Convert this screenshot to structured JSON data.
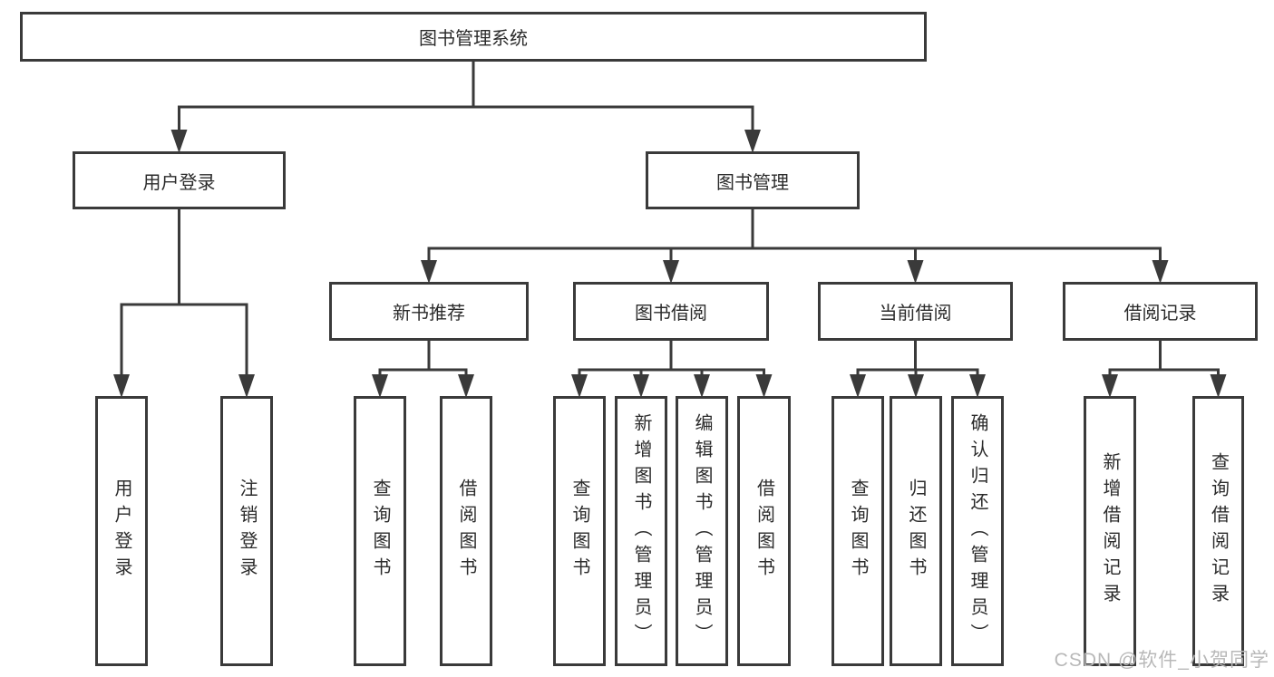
{
  "diagram_type": "functional-structure-tree",
  "colors": {
    "line": "#3a3a3a",
    "box_border": "#3a3a3a",
    "text": "#2b2b2b",
    "watermark": "#b8b8b8",
    "background": "#ffffff"
  },
  "tree": {
    "root": {
      "label": "图书管理系统",
      "children": [
        {
          "label": "用户登录",
          "children": [
            {
              "label": "用户登录"
            },
            {
              "label": "注销登录"
            }
          ]
        },
        {
          "label": "图书管理",
          "children": [
            {
              "label": "新书推荐",
              "children": [
                {
                  "label": "查询图书"
                },
                {
                  "label": "借阅图书"
                }
              ]
            },
            {
              "label": "图书借阅",
              "children": [
                {
                  "label": "查询图书"
                },
                {
                  "label": "新增图书（管理员）"
                },
                {
                  "label": "编辑图书（管理员）"
                },
                {
                  "label": "借阅图书"
                }
              ]
            },
            {
              "label": "当前借阅",
              "children": [
                {
                  "label": "查询图书"
                },
                {
                  "label": "归还图书"
                },
                {
                  "label": "确认归还（管理员）"
                }
              ]
            },
            {
              "label": "借阅记录",
              "children": [
                {
                  "label": "新增借阅记录"
                },
                {
                  "label": "查询借阅记录"
                }
              ]
            }
          ]
        }
      ]
    }
  },
  "watermark": {
    "text": "CSDN @软件_小贺同学"
  }
}
